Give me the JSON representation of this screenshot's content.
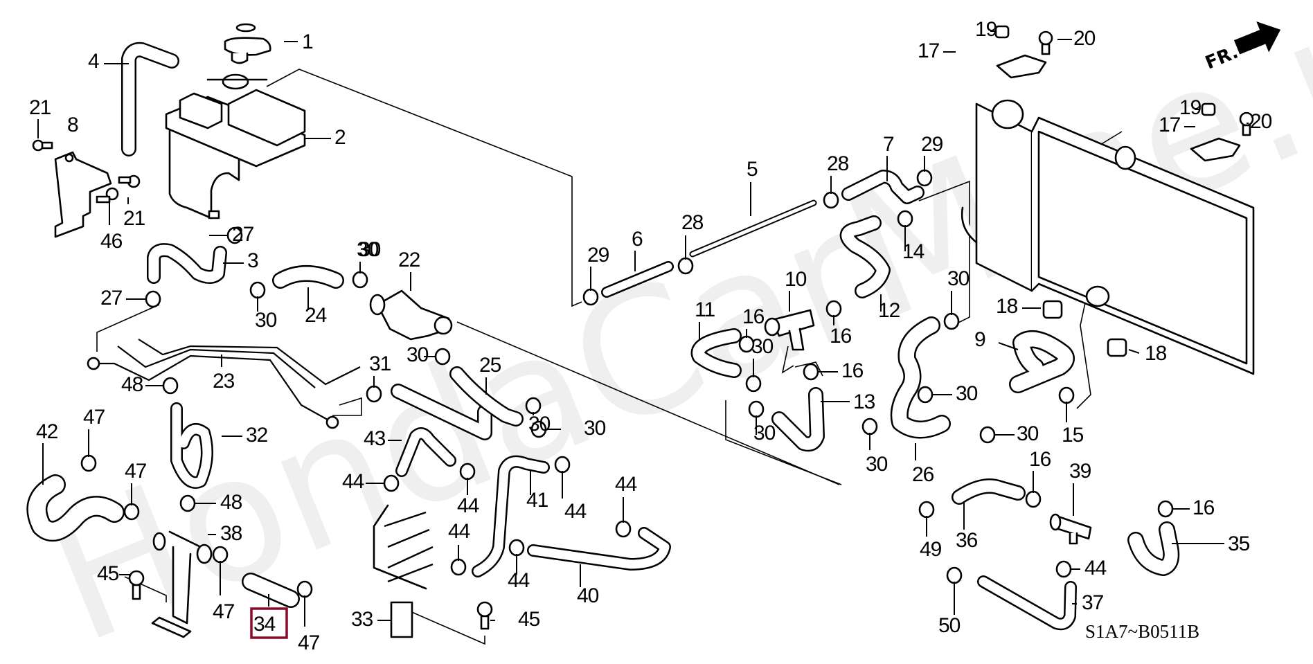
{
  "diagram": {
    "title": "Radiator hoses / reserve tank parts diagram",
    "watermark": "HondaCarMine.ru",
    "diagram_code": "S1A7~B0511B",
    "direction_label": "FR.",
    "highlighted_part": "34",
    "highlight_color": "#8b0a2a",
    "callouts": [
      "1",
      "2",
      "3",
      "4",
      "5",
      "6",
      "7",
      "8",
      "9",
      "10",
      "11",
      "12",
      "13",
      "14",
      "15",
      "16",
      "16",
      "16",
      "16",
      "16",
      "17",
      "17",
      "18",
      "18",
      "19",
      "19",
      "20",
      "20",
      "21",
      "21",
      "22",
      "23",
      "24",
      "25",
      "26",
      "27",
      "27",
      "28",
      "28",
      "29",
      "29",
      "30",
      "30",
      "30",
      "30",
      "30",
      "30",
      "30",
      "30",
      "30",
      "30",
      "30",
      "30",
      "31",
      "32",
      "33",
      "34",
      "35",
      "36",
      "37",
      "38",
      "39",
      "40",
      "41",
      "42",
      "43",
      "44",
      "44",
      "44",
      "44",
      "44",
      "44",
      "44",
      "45",
      "45",
      "46",
      "47",
      "47",
      "47",
      "47",
      "48",
      "48",
      "49",
      "50"
    ]
  }
}
